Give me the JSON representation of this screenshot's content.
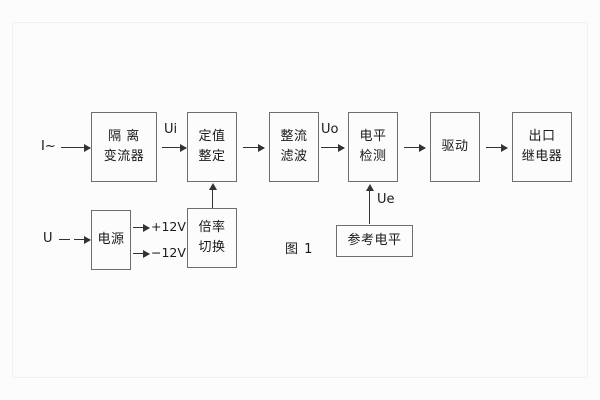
{
  "figure": {
    "caption": "图 1",
    "title_note": ""
  },
  "inputs": {
    "current_input_label": "I~",
    "voltage_input_label": "U"
  },
  "signals": {
    "ui": "Ui",
    "uo": "Uo",
    "ue": "Ue",
    "pos_rail": "+12V",
    "neg_rail": "−12V"
  },
  "blocks": {
    "isolation_ct": {
      "line1": "隔 离",
      "line2": "变流器"
    },
    "setting": {
      "line1": "定值",
      "line2": "整定"
    },
    "rectify_filter": {
      "line1": "整流",
      "line2": "滤波"
    },
    "level_detect": {
      "line1": "电平",
      "line2": "检测"
    },
    "drive": {
      "line1": "驱动"
    },
    "output_relay": {
      "line1": "出口",
      "line2": "继电器"
    },
    "power_supply": {
      "line1": "电源"
    },
    "multiplier_switch": {
      "line1": "倍率",
      "line2": "切换"
    },
    "reference_level": {
      "line1": "参考电平"
    }
  },
  "colors": {
    "box_border": "#6e6e6e",
    "arrow": "#333333",
    "text": "#1a1a1a",
    "background": "#fcfcfc",
    "frame": "#f1f1f1"
  }
}
